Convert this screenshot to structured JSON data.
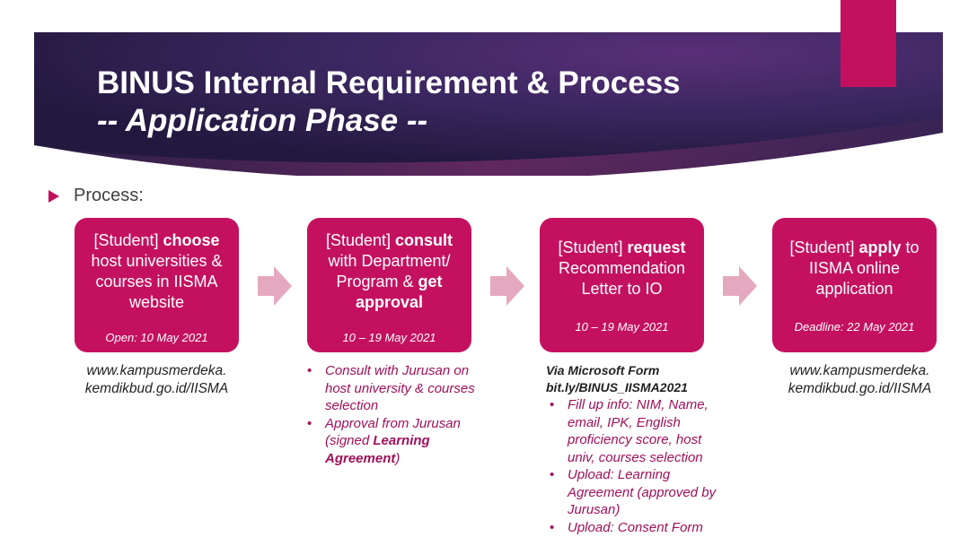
{
  "header": {
    "title_line1": "BINUS Internal Requirement & Process",
    "title_line2": "-- Application Phase --"
  },
  "bullet": {
    "label": "Process:"
  },
  "steps": [
    {
      "prefix": "[Student] ",
      "verb": "choose",
      "rest": "host universities & courses in IISMA website",
      "date": "Open: 10 May 2021"
    },
    {
      "prefix": "[Student] ",
      "verb": "consult",
      "rest": "with Department/ Program & ",
      "verb2": "get approval",
      "date": "10 – 19 May 2021"
    },
    {
      "prefix": "[Student] ",
      "verb": "request",
      "rest": "Recommendation Letter to IO",
      "date": "10 – 19 May 2021"
    },
    {
      "prefix": "[Student] ",
      "verb": "apply",
      "rest": " to IISMA online application",
      "date": "Deadline: 22 May 2021"
    }
  ],
  "details": {
    "step1_url": [
      "www.kampusmerdeka.",
      "kemdikbud.go.id/IISMA"
    ],
    "step2_items": [
      "Consult with Jurusan on host university & courses selection",
      "Approval from Jurusan (signed "
    ],
    "step2_bold": "Learning Agreement",
    "step2_close": ")",
    "step3_via": "Via Microsoft Form",
    "step3_link": "bit.ly/BINUS_IISMA2021",
    "step3_items": [
      "Fill up info: NIM, Name, email, IPK, English proficiency score, host univ, courses selection",
      "Upload: Learning Agreement (approved by Jurusan)",
      "Upload: Consent Form"
    ],
    "step4_url": [
      "www.kampusmerdeka.",
      "kemdikbud.go.id/IISMA"
    ]
  },
  "colors": {
    "accent": "#c4115f",
    "banner_dark": "#2e2250",
    "arrow": "#e5a9bf"
  },
  "icons": [
    "right-arrow-icon",
    "bullet-triangle-icon"
  ]
}
